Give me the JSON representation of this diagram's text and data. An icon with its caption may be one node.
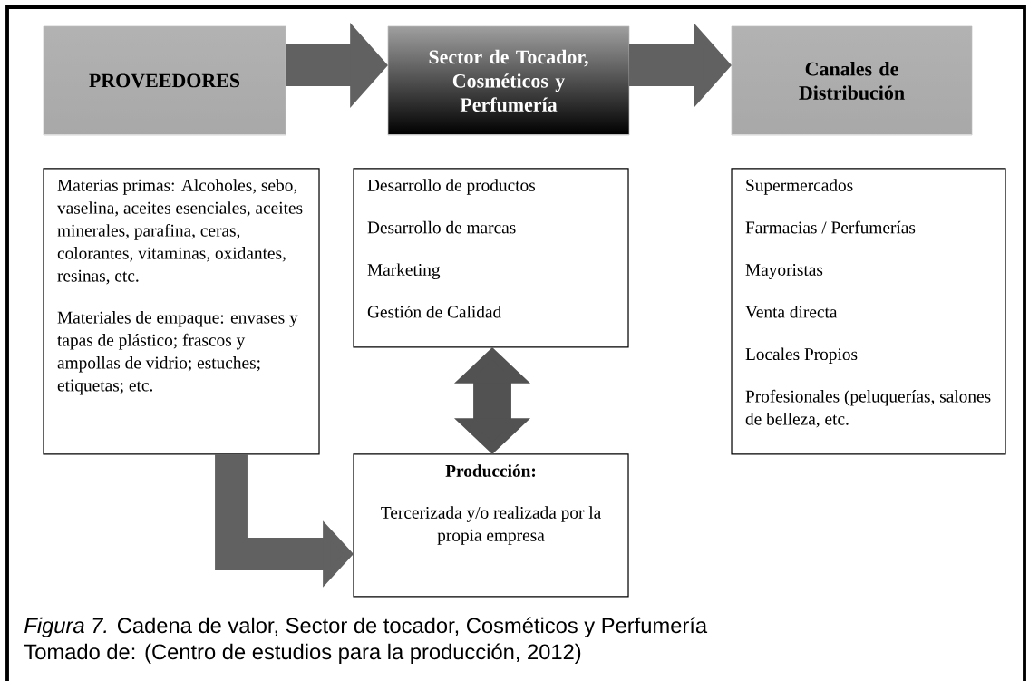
{
  "diagram": {
    "caption": "*Figura 7.*  Cadena de valor, Sector de tocador, Cosméticos y Perfumería",
    "nodes": [
      {
        "text": [
          "PROVEEDORES"
        ]
      },
      {
        "text": [
          "Sector de Tocador, Cosméticos y Perfumería"
        ]
      },
      {
        "text": [
          "Canales de Distribución"
        ]
      },
      {
        "text": [
          "Materias primas: Alcoholes, sebo, vaselina, aceites esenciales, aceites minerales, parafina, ceras, colorantes, vitaminas, oxidantes, resinas, etc.",
          "Materiales de empaque: envases y tapas de plástico; frascos y ampollas de vidrio; estuches; etiquetas; etc."
        ]
      },
      {
        "text": [
          "Desarrollo de productos",
          "Desarrollo de marcas",
          "Marketing",
          "Gestión de Calidad"
        ]
      },
      {
        "text": [
          "Supermercados",
          "Farmacias / Perfumerías",
          "Mayoristas",
          "Venta directa",
          "Locales Propios",
          "Profesionales (peluquerías, salones de belleza, etc."
        ]
      },
      {
        "text": [
          "Producción:",
          "Tercerizada y/o realizada por la propia empresa"
        ]
      }
    ],
    "edges": [
      {
        "from": 0,
        "to": 1,
        "arrow": "to"
      },
      {
        "from": 1,
        "to": 2,
        "arrow": "to"
      },
      {
        "from": 4,
        "to": 6,
        "arrow": "both"
      },
      {
        "from": 3,
        "to": 6,
        "arrow": "to"
      }
    ],
    "labels": [
      "Tomado de:  (Centro de estudios para la producción, 2012)"
    ]
  }
}
